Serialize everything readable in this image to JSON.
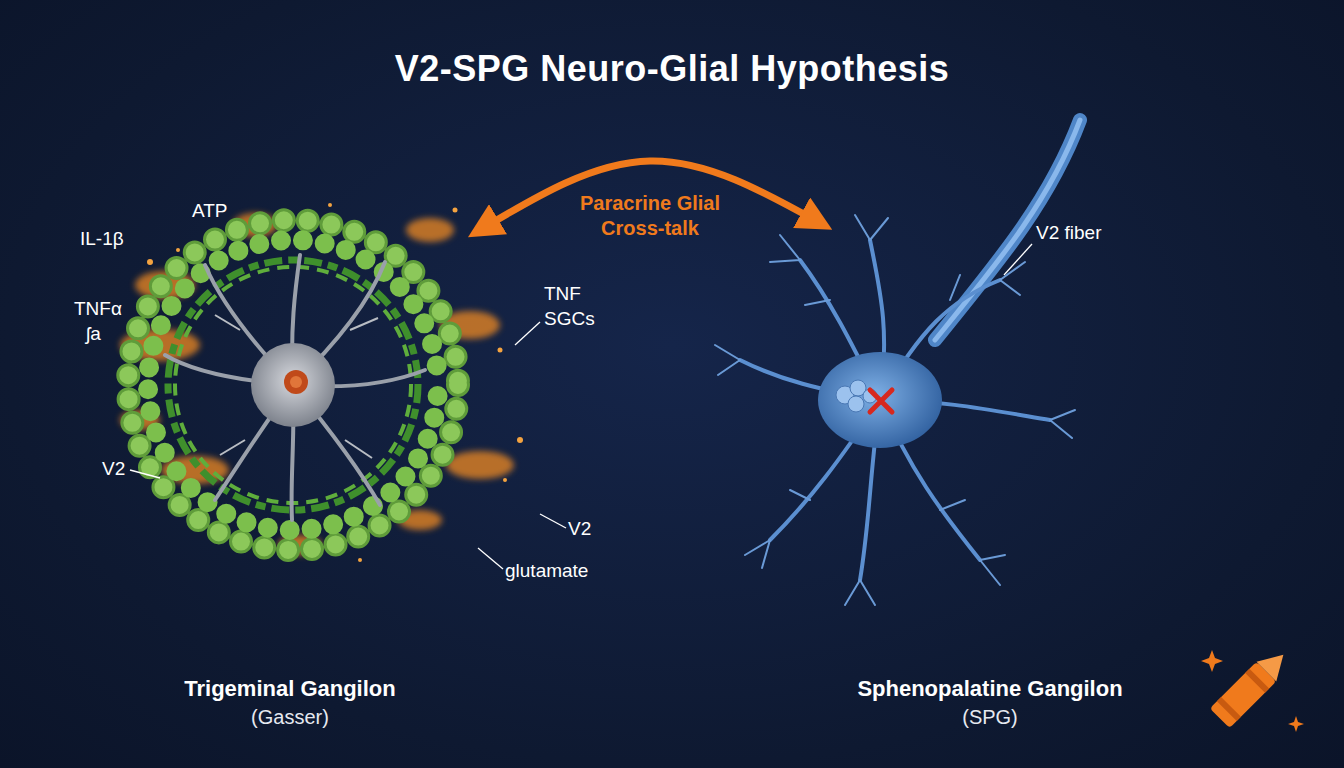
{
  "diagram": {
    "title": "V2-SPG Neuro-Glial Hypothesis",
    "nodes": [
      {
        "text": [
          "Trigeminal Gangilon",
          "(Gasser)"
        ]
      },
      {
        "text": [
          "Sphenopalatine Gangilon",
          "(SPG)"
        ]
      }
    ],
    "edges": [
      {
        "from": 0,
        "to": 1,
        "label": "Paracrine Glial Cross-talk",
        "arrow": "both"
      }
    ],
    "labels": [
      "ATP",
      "IL-1β",
      "TNFα",
      "ʃa",
      "TNF",
      "SGCs",
      "V2",
      "V2",
      "glutamate",
      "V2 fiber"
    ]
  }
}
